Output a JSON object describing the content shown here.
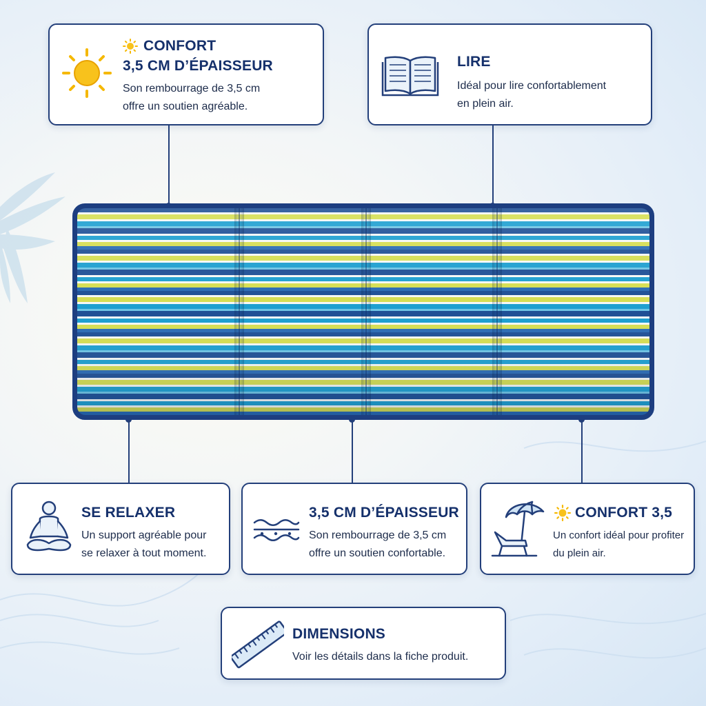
{
  "callouts": {
    "confort_top": {
      "title_line1": "CONFORT",
      "title_line2": "3,5 CM D’ÉPAISSEUR",
      "text_line1": "Son rembourrage de 3,5 cm",
      "text_line2": "offre un soutien agréable."
    },
    "lire": {
      "title": "LIRE",
      "text_line1": "Idéal pour lire confortablement",
      "text_line2": "en plein air."
    },
    "relaxer": {
      "title": "SE RELAXER",
      "text_line1": "Un support agréable pour",
      "text_line2": "se relaxer à tout moment."
    },
    "epaisseur": {
      "title": "3,5 CM D’ÉPAISSEUR",
      "text_line1": "Son rembourrage de 3,5 cm",
      "text_line2": "offre un soutien confortable."
    },
    "confort_bottom": {
      "title": "CONFORT 3,5",
      "text_line1": "Un confort idéal pour profiter",
      "text_line2": "du plein air."
    },
    "dimensions": {
      "title": "DIMENSIONS",
      "text": "Voir les détails dans la fiche produit."
    }
  },
  "icons": {
    "confort_top": "sun-icon",
    "lire": "open-book-icon",
    "relaxer": "meditation-icon",
    "epaisseur": "waves-icon",
    "confort_bottom": "beach-chair-umbrella-icon",
    "dimensions": "ruler-icon"
  },
  "colors": {
    "navy": "#233f7a",
    "title_blue": "#15306b",
    "sun_yellow": "#f5b800",
    "stripe_navy": "#1e4f95",
    "stripe_cyan": "#1d9fd0",
    "stripe_yellow": "#d6de52",
    "stripe_white": "#f6f8f6",
    "stripe_light_blue": "#6ec4e4"
  }
}
